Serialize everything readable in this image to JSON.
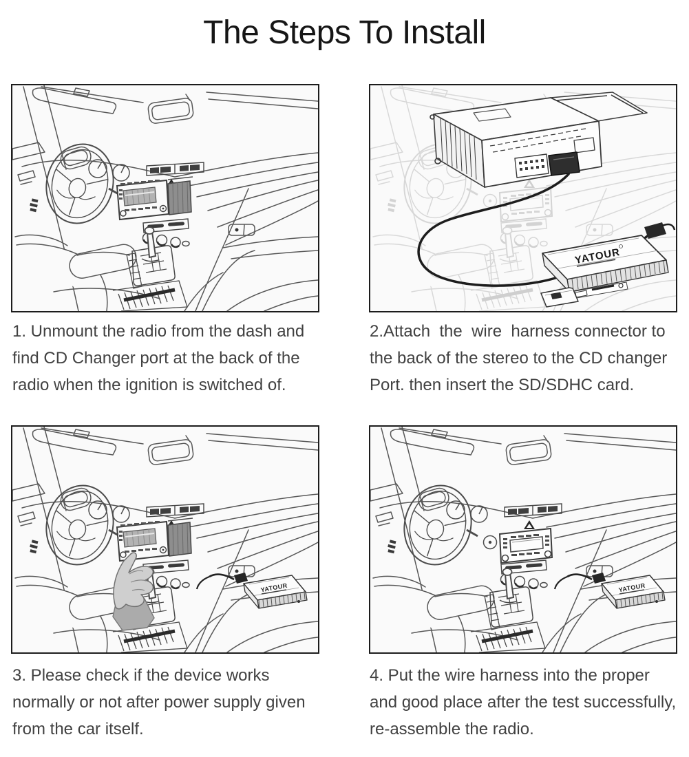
{
  "page": {
    "title": "The Steps To Install"
  },
  "steps": [
    {
      "name": "step-1",
      "illustration": "car interior with radio unmounted from dash",
      "lines": [
        "1. Unmount the radio from the dash and",
        "find CD Changer port at the back of the",
        "radio when the ignition is switched of."
      ]
    },
    {
      "name": "step-2",
      "illustration": "stereo head unit wired to adapter with SD card",
      "lines": [
        "2.Attach  the  wire  harness connector to",
        "the back of the stereo to the CD changer",
        "Port. then insert the SD/SDHC card."
      ]
    },
    {
      "name": "step-3",
      "illustration": "hand checking device inside car",
      "lines": [
        "3. Please check if the device works",
        "normally or not after power supply given",
        "from the car itself."
      ]
    },
    {
      "name": "step-4",
      "illustration": "car interior with radio re-assembled",
      "lines": [
        "4. Put the wire harness into the proper",
        "and good place after the test successfully,",
        "re-assemble the radio."
      ]
    }
  ],
  "devices": {
    "adapter_label": "YATOUR"
  },
  "colors": {
    "title_text": "#161616",
    "caption_text": "#414141",
    "panel_border": "#1c1c1c",
    "panel_background": "#fafafa",
    "line_art": "#575757",
    "cable": "#1d1d1d",
    "shaded_block": "#8e8e8e",
    "hand_fill": "#cfcfcf"
  }
}
